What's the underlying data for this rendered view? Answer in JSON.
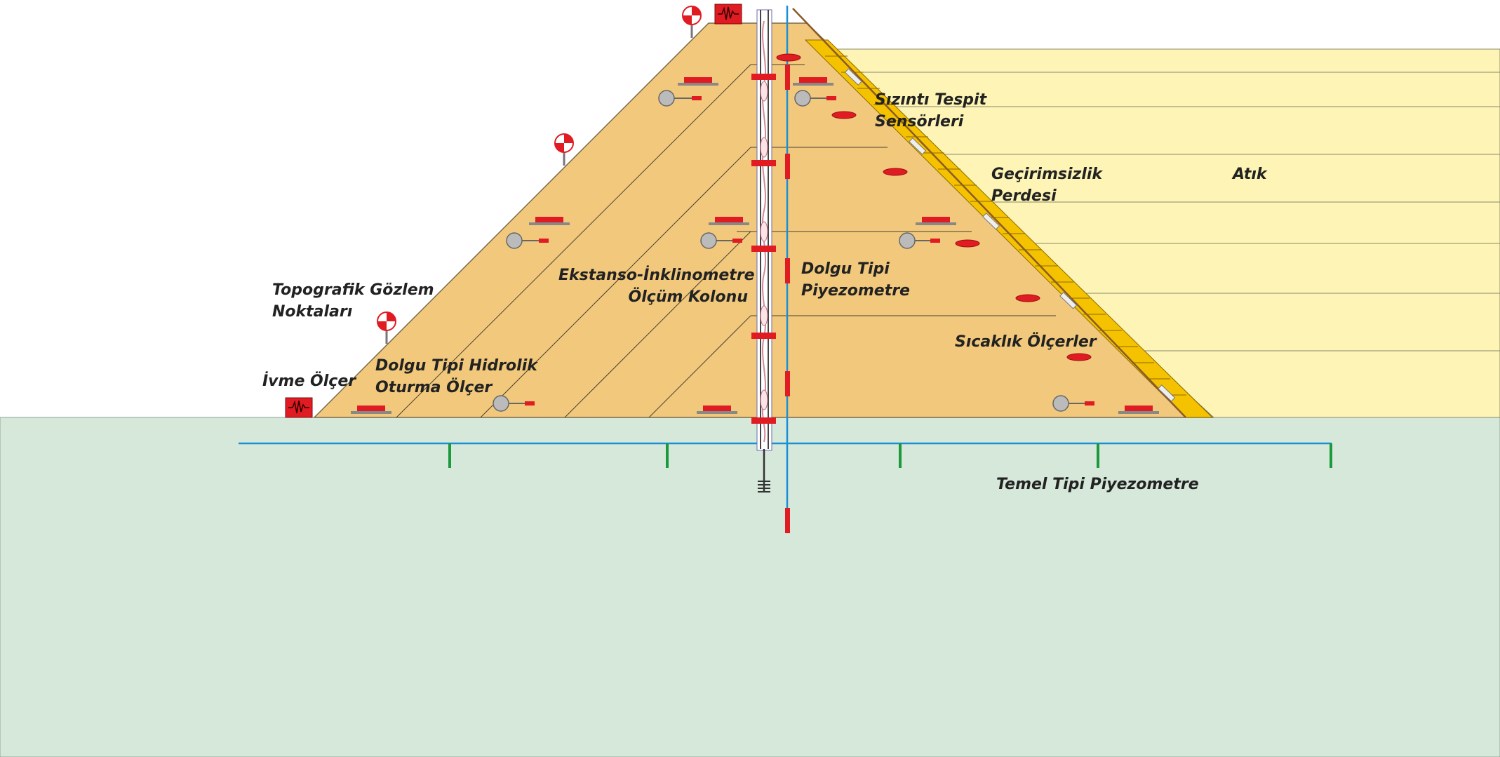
{
  "labels": {
    "topo": [
      "Topografik Gözlem",
      "Noktaları"
    ],
    "ivme": "İvme Ölçer",
    "hidrolik": [
      "Dolgu Tipi Hidrolik",
      "Oturma Ölçer"
    ],
    "ekstanso": [
      "Ekstanso-İnklinometre",
      "Ölçüm Kolonu"
    ],
    "dolgu_piyez": [
      "Dolgu Tipi",
      "Piyezometre"
    ],
    "sizinti": [
      "Sızıntı Tespit",
      "Sensörleri"
    ],
    "gecirimsizlik": [
      "Geçirimsizlik",
      "Perdesi"
    ],
    "atik": "Atık",
    "sicaklik": "Sıcaklık Ölçerler",
    "temel_piyez": "Temel Tipi Piyezometre"
  },
  "colors": {
    "foundation": "#d6e8da",
    "fill_body": "#f2c97c",
    "tailings": "#fdf4b5",
    "liner": "#f5c200",
    "instrument_red": "#e11b22",
    "piezometer_line": "#1b8fd6",
    "foundation_piezo": "#1a9a3c"
  }
}
